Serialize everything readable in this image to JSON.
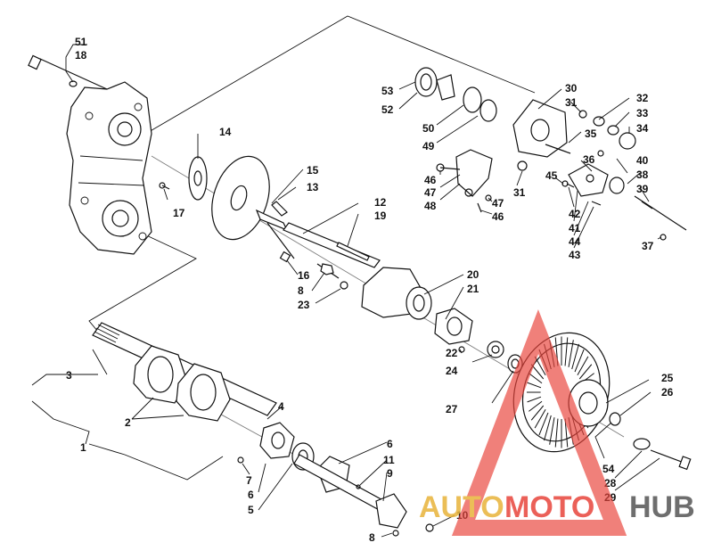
{
  "labels": {
    "l1": "1",
    "l2": "2",
    "l3": "3",
    "l4": "4",
    "l5": "5",
    "l6a": "6",
    "l6b": "6",
    "l7": "7",
    "l8a": "8",
    "l8b": "8",
    "l9": "9",
    "l10": "10",
    "l11": "11",
    "l12": "12",
    "l13": "13",
    "l14": "14",
    "l15": "15",
    "l16": "16",
    "l17": "17",
    "l18": "18",
    "l19": "19",
    "l20": "20",
    "l21": "21",
    "l22": "22",
    "l23": "23",
    "l24": "24",
    "l25": "25",
    "l26": "26",
    "l27": "27",
    "l28": "28",
    "l29": "29",
    "l30": "30",
    "l31a": "31",
    "l31b": "31",
    "l32": "32",
    "l33": "33",
    "l34": "34",
    "l35": "35",
    "l36": "36",
    "l37": "37",
    "l38": "38",
    "l39": "39",
    "l40": "40",
    "l41": "41",
    "l42": "42",
    "l43": "43",
    "l44": "44",
    "l45": "45",
    "l46a": "46",
    "l46b": "46",
    "l47a": "47",
    "l47b": "47",
    "l48": "48",
    "l49": "49",
    "l50": "50",
    "l51": "51",
    "l52": "52",
    "l53": "53",
    "l54": "54"
  },
  "watermark": {
    "part1": "AUTO",
    "part2": "MOTO",
    "part3": "HUB",
    "colors": {
      "accent": "#e8453c",
      "gold": "#e8b33a",
      "gray": "#555555"
    }
  }
}
